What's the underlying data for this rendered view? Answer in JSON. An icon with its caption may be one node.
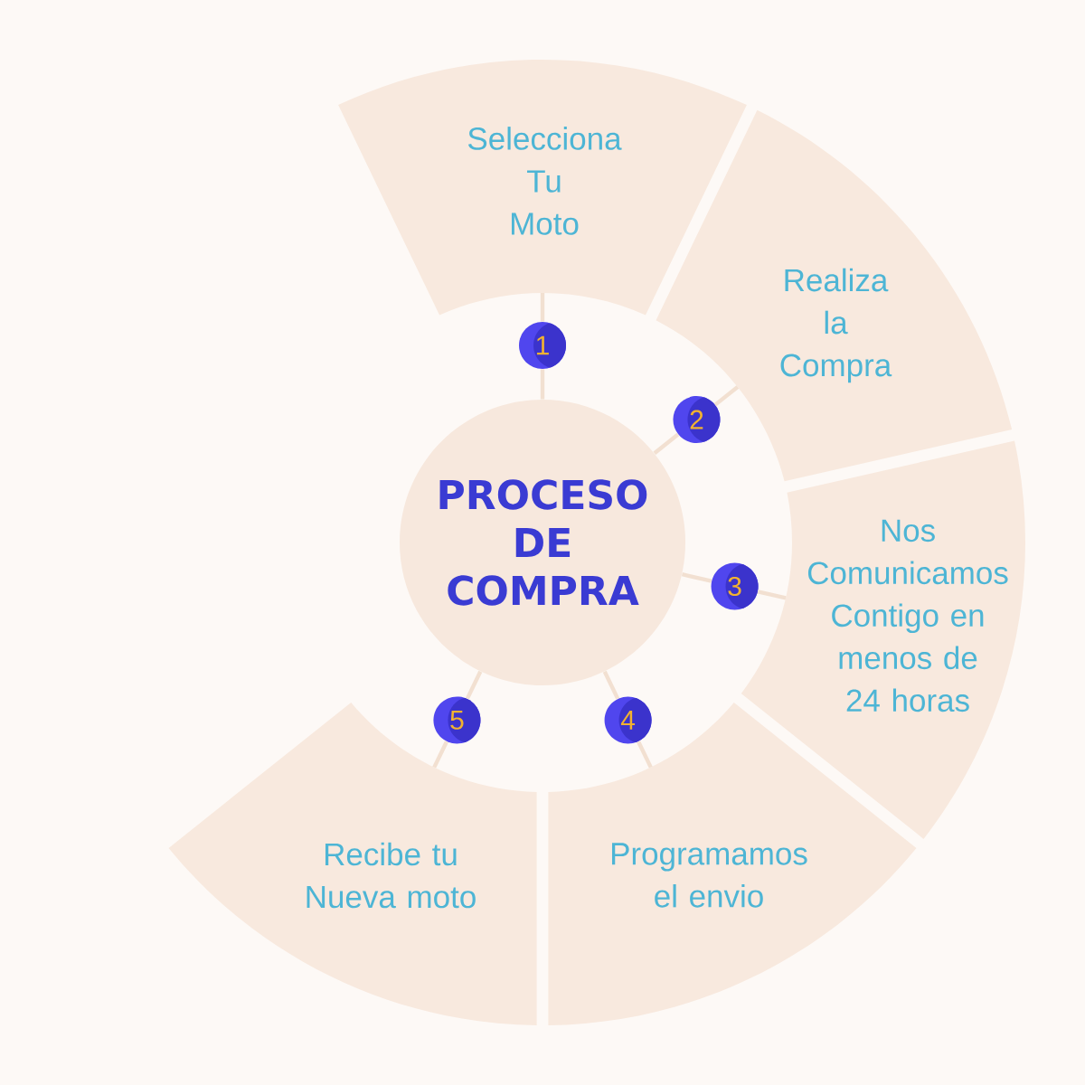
{
  "diagram": {
    "nodes": [
      {
        "text": [
          "PROCESO DE COMPRA"
        ]
      },
      {
        "text": [
          "Selecciona Tu Moto"
        ]
      },
      {
        "text": [
          "Realiza la Compra"
        ]
      },
      {
        "text": [
          "Nos Comunicamos Contigo en menos de 24 horas"
        ]
      },
      {
        "text": [
          "Programamos el envio"
        ]
      },
      {
        "text": [
          "Recibe tu Nueva moto"
        ]
      },
      {
        "text": [
          "1"
        ]
      },
      {
        "text": [
          "2"
        ]
      },
      {
        "text": [
          "3"
        ]
      },
      {
        "text": [
          "4"
        ]
      },
      {
        "text": [
          "5"
        ]
      }
    ],
    "edges": [
      {
        "from": 0,
        "to": 6,
        "arrow": "none"
      },
      {
        "from": 6,
        "to": 1,
        "arrow": "none"
      },
      {
        "from": 0,
        "to": 7,
        "arrow": "none"
      },
      {
        "from": 7,
        "to": 2,
        "arrow": "none"
      },
      {
        "from": 0,
        "to": 8,
        "arrow": "none"
      },
      {
        "from": 8,
        "to": 3,
        "arrow": "none"
      },
      {
        "from": 0,
        "to": 9,
        "arrow": "none"
      },
      {
        "from": 9,
        "to": 4,
        "arrow": "none"
      },
      {
        "from": 0,
        "to": 10,
        "arrow": "none"
      },
      {
        "from": 10,
        "to": 5,
        "arrow": "none"
      }
    ]
  }
}
